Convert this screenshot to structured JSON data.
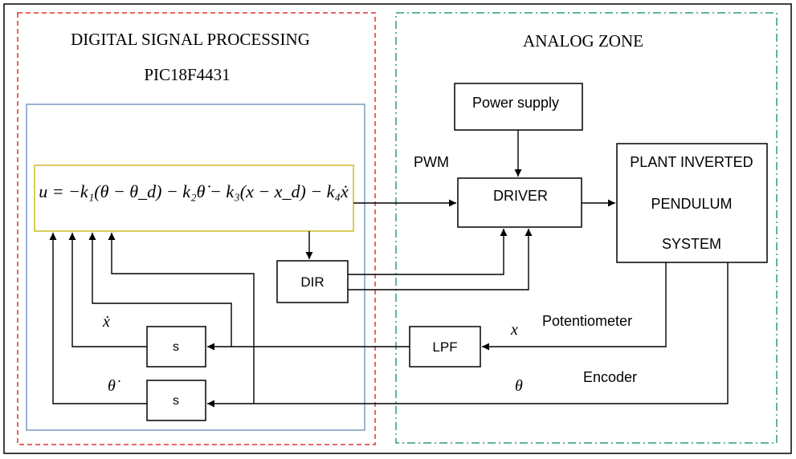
{
  "zones": {
    "digital": {
      "title": "DIGITAL SIGNAL PROCESSING",
      "subtitle": "PIC18F4431",
      "border_color": "#e03030"
    },
    "analog": {
      "title": "ANALOG ZONE",
      "border_color": "#2e9e6e"
    }
  },
  "blocks": {
    "controller": {
      "equation": "u = −k₁(θ − θ_d) − k₂θ̇ − k₃(x − x_d) − k₄ẋ",
      "border_color": "#d4c84a"
    },
    "dir": "DIR",
    "s_x": "s",
    "s_theta": "s",
    "lpf": "LPF",
    "power_supply": "Power supply",
    "driver": "DRIVER",
    "plant": {
      "line1": "PLANT INVERTED",
      "line2": "PENDULUM",
      "line3": "SYSTEM"
    }
  },
  "labels": {
    "pwm": "PWM",
    "potentiometer": "Potentiometer",
    "encoder": "Encoder",
    "x_signal": "x",
    "theta_signal": "θ",
    "x_dot": "ẋ",
    "theta_dot": "θ̇"
  },
  "colors": {
    "inner_panel": "#7a9cc0",
    "line": "#000000"
  }
}
